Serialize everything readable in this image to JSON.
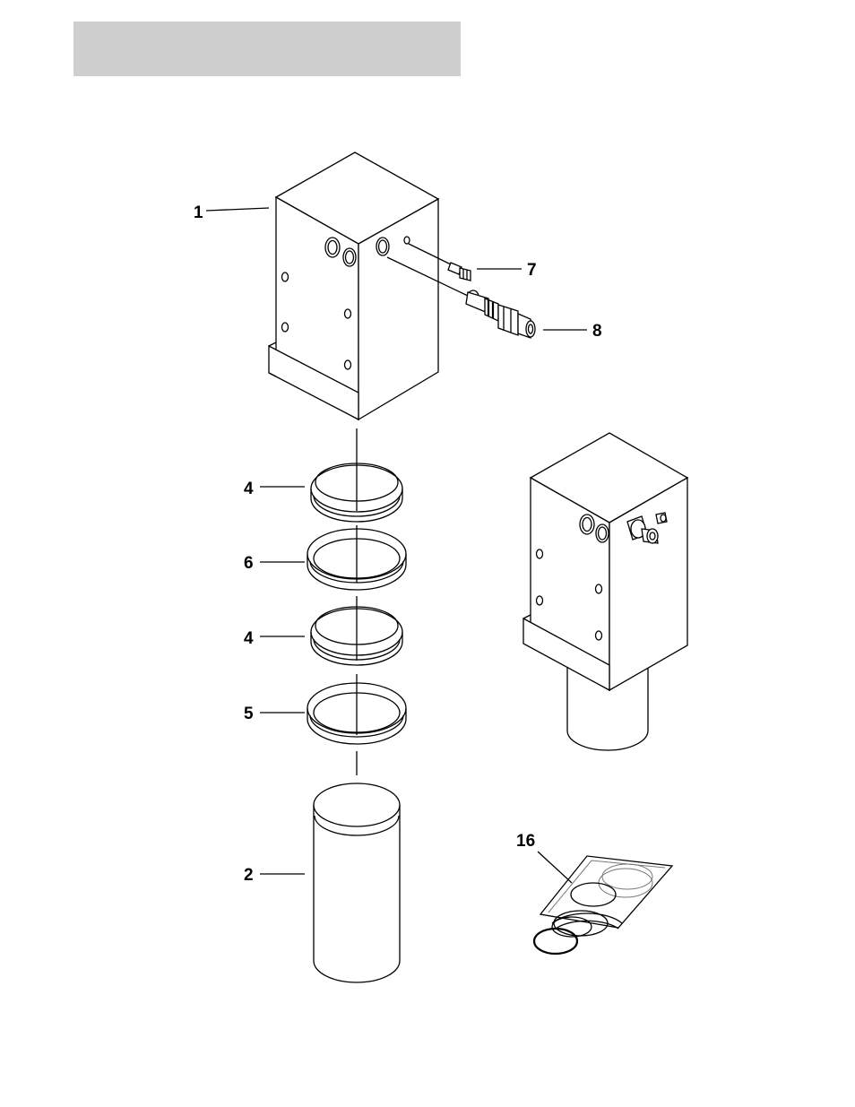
{
  "diagram": {
    "type": "exploded-parts-view",
    "callouts": [
      {
        "id": "c1",
        "label": "1"
      },
      {
        "id": "c2",
        "label": "2"
      },
      {
        "id": "c4a",
        "label": "4"
      },
      {
        "id": "c4b",
        "label": "4"
      },
      {
        "id": "c5",
        "label": "5"
      },
      {
        "id": "c6",
        "label": "6"
      },
      {
        "id": "c7",
        "label": "7"
      },
      {
        "id": "c8",
        "label": "8"
      },
      {
        "id": "c16",
        "label": "16"
      }
    ],
    "colors": {
      "header_bar": "#cfcfcf",
      "line": "#000000",
      "background": "#ffffff"
    }
  }
}
